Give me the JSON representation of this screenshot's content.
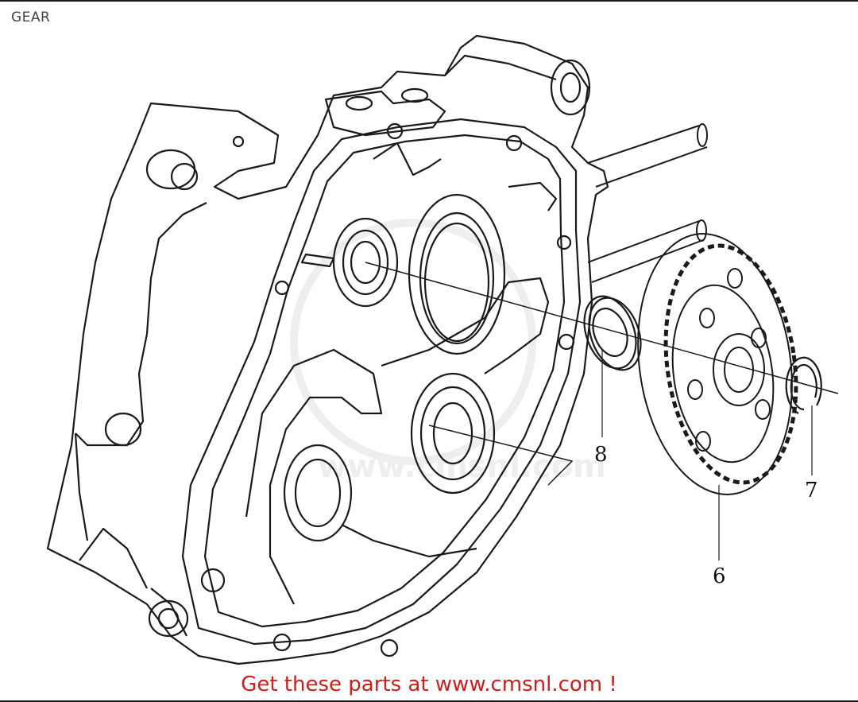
{
  "title": "GEAR",
  "callouts": [
    {
      "id": "8",
      "label": "8"
    },
    {
      "id": "7",
      "label": "7"
    },
    {
      "id": "6",
      "label": "6"
    }
  ],
  "watermark": "www.cmsnl.com",
  "footer_text": "Get these parts at www.cmsnl.com !",
  "colors": {
    "line": "#1a1a1a",
    "footer": "#d21b1b",
    "watermark": "#d9d9d9"
  }
}
